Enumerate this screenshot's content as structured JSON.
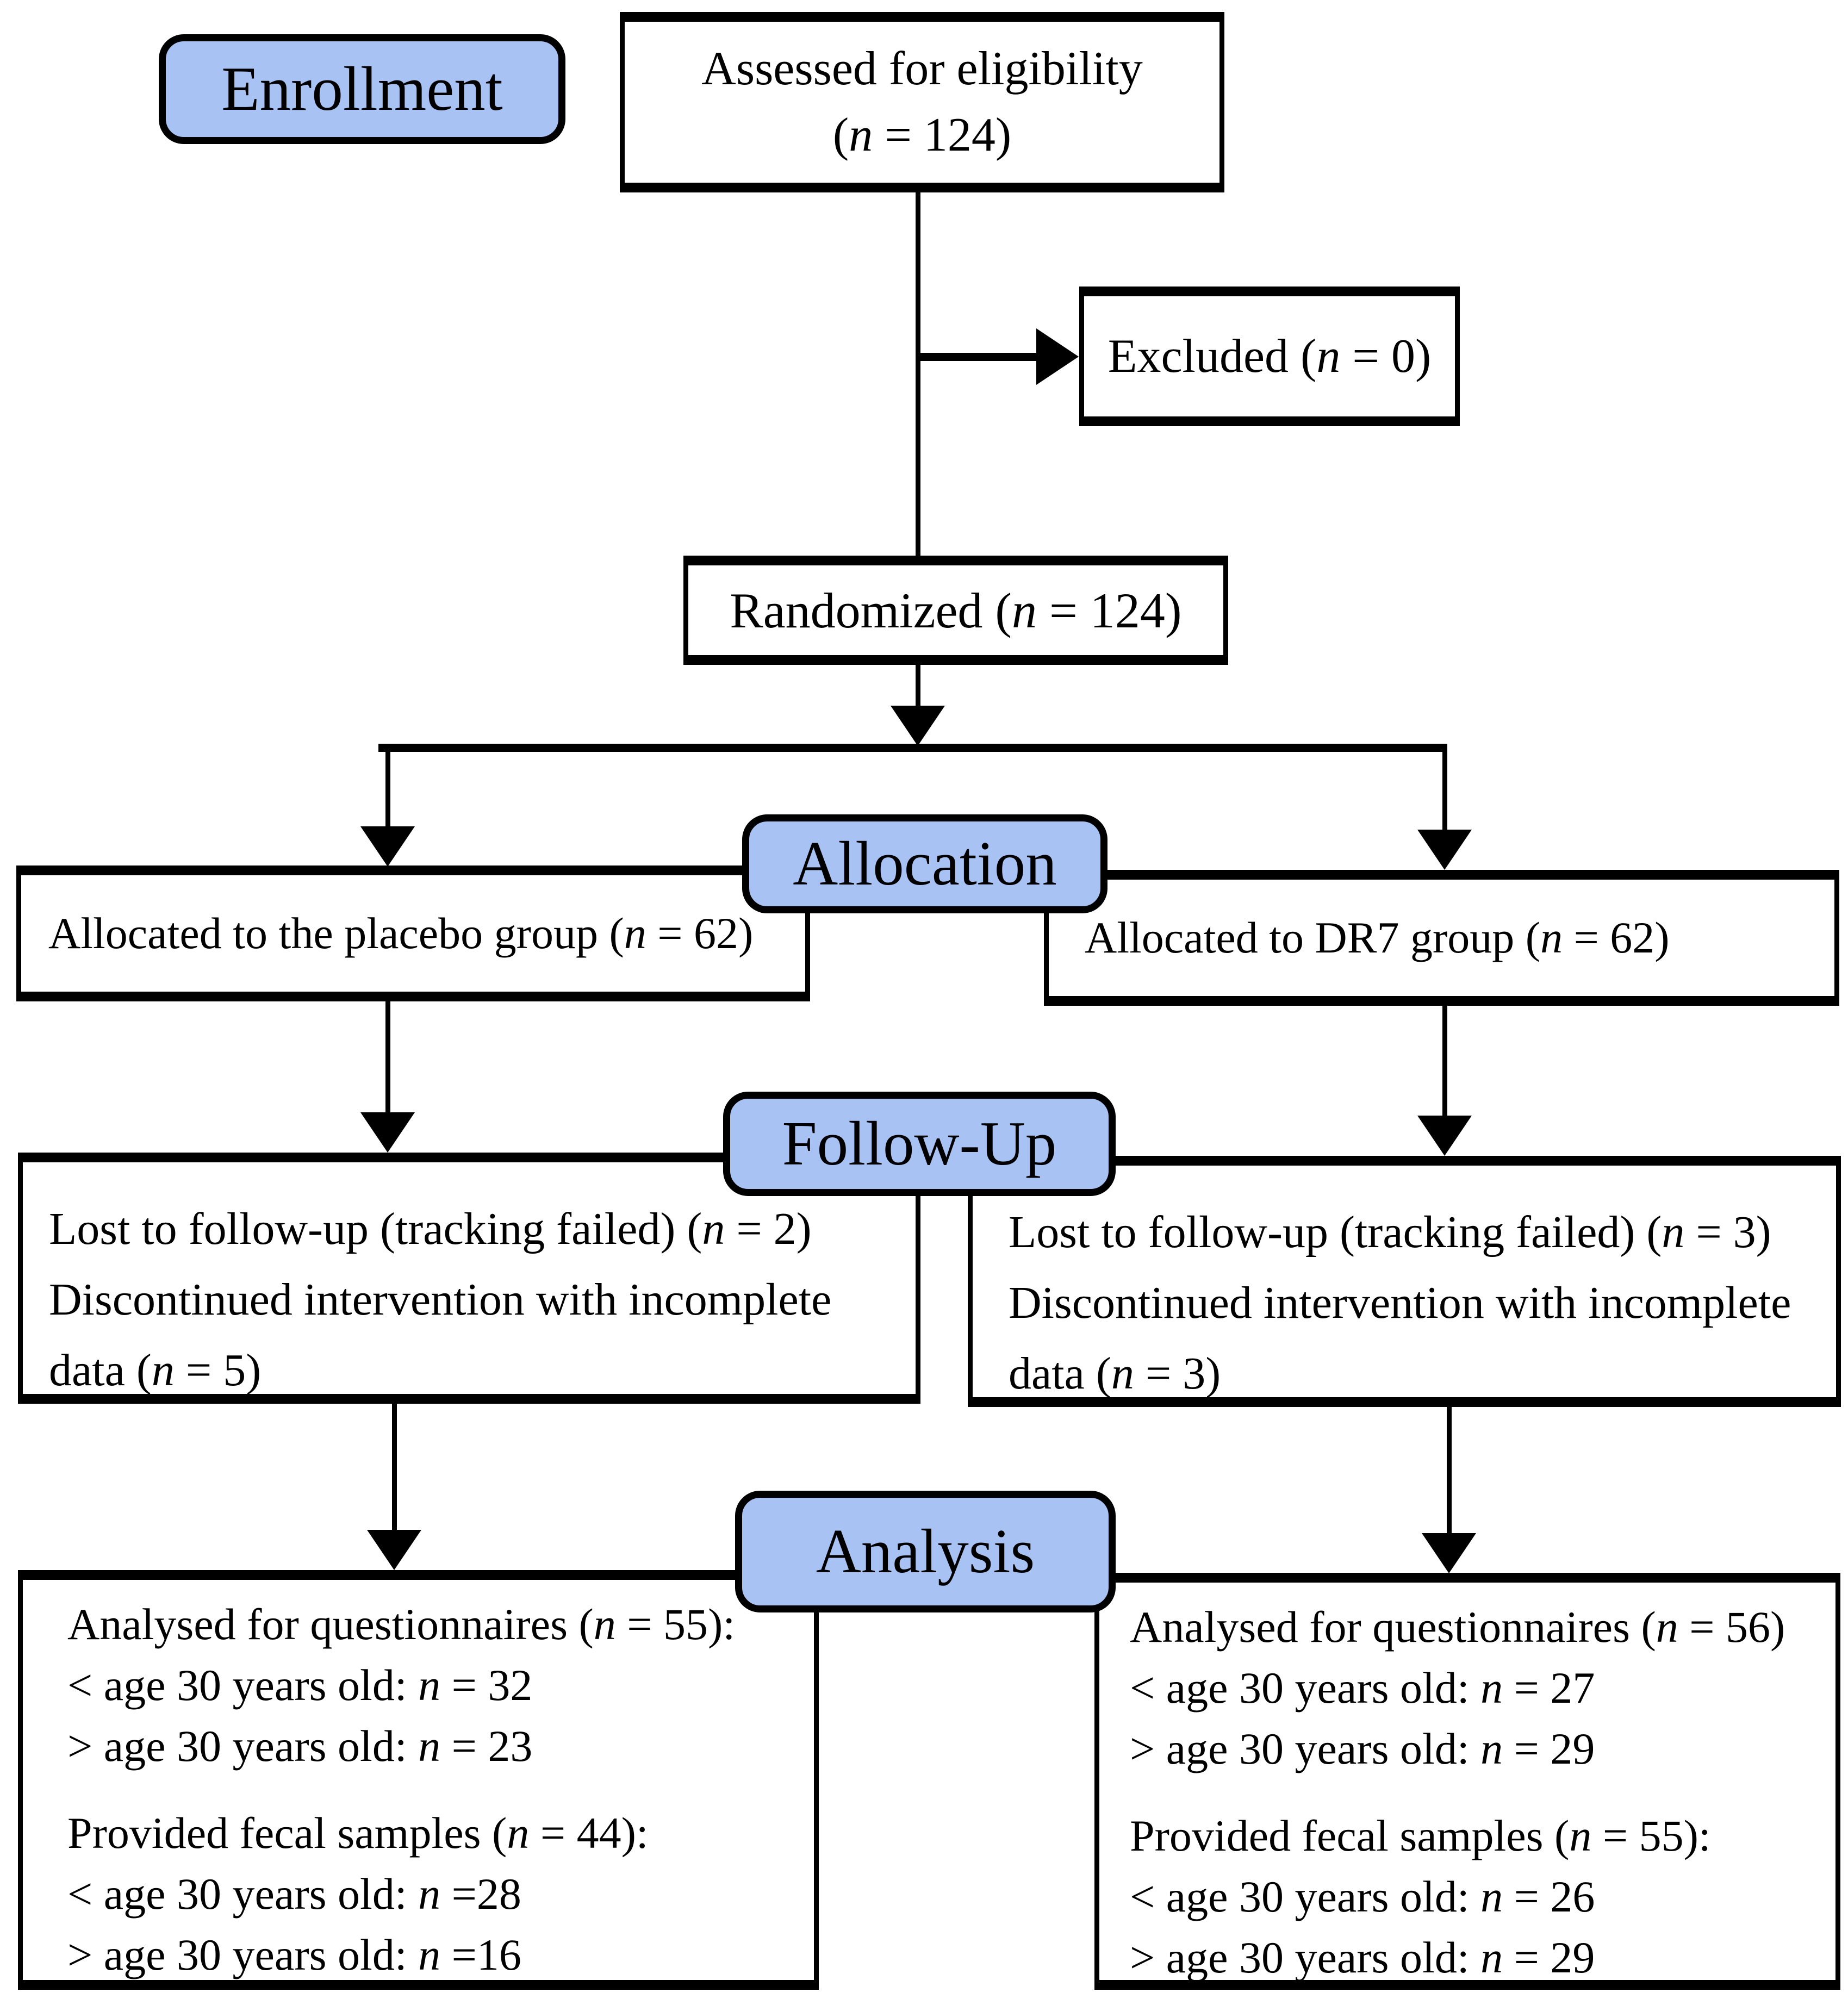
{
  "colors": {
    "stage_fill": "#a8c3f3",
    "line": "#000000",
    "box_fill": "#ffffff"
  },
  "stages": {
    "enrollment": "Enrollment",
    "allocation": "Allocation",
    "follow_up": "Follow-Up",
    "analysis": "Analysis"
  },
  "boxes": {
    "assessed": [
      "Assessed for eligibility",
      "(n = 124)"
    ],
    "excluded": [
      "Excluded (n = 0)"
    ],
    "randomized": [
      "Randomized (n = 124)"
    ],
    "alloc_placebo": [
      "Allocated to the placebo group (n = 62)"
    ],
    "alloc_dr7": [
      "Allocated to DR7 group (n = 62)"
    ],
    "fup_placebo": [
      "Lost to follow-up (tracking failed) (n = 2)",
      "Discontinued intervention with incomplete",
      "data (n = 5)"
    ],
    "fup_dr7": [
      "Lost to follow-up (tracking failed) (n = 3)",
      "Discontinued intervention with incomplete",
      "data (n = 3)"
    ],
    "analysis_placebo": [
      "Analysed for questionnaires (n = 55):",
      "< age 30 years old: n = 32",
      "> age 30 years old: n = 23",
      "",
      "Provided fecal samples (n = 44):",
      "< age 30 years old: n =28",
      "> age 30 years old: n =16"
    ],
    "analysis_dr7": [
      "Analysed for questionnaires (n = 56)",
      "< age 30 years old: n = 27",
      "> age 30 years old: n = 29",
      "",
      "Provided fecal samples (n = 55):",
      "< age 30 years old: n = 26",
      "> age 30 years old: n = 29"
    ]
  }
}
